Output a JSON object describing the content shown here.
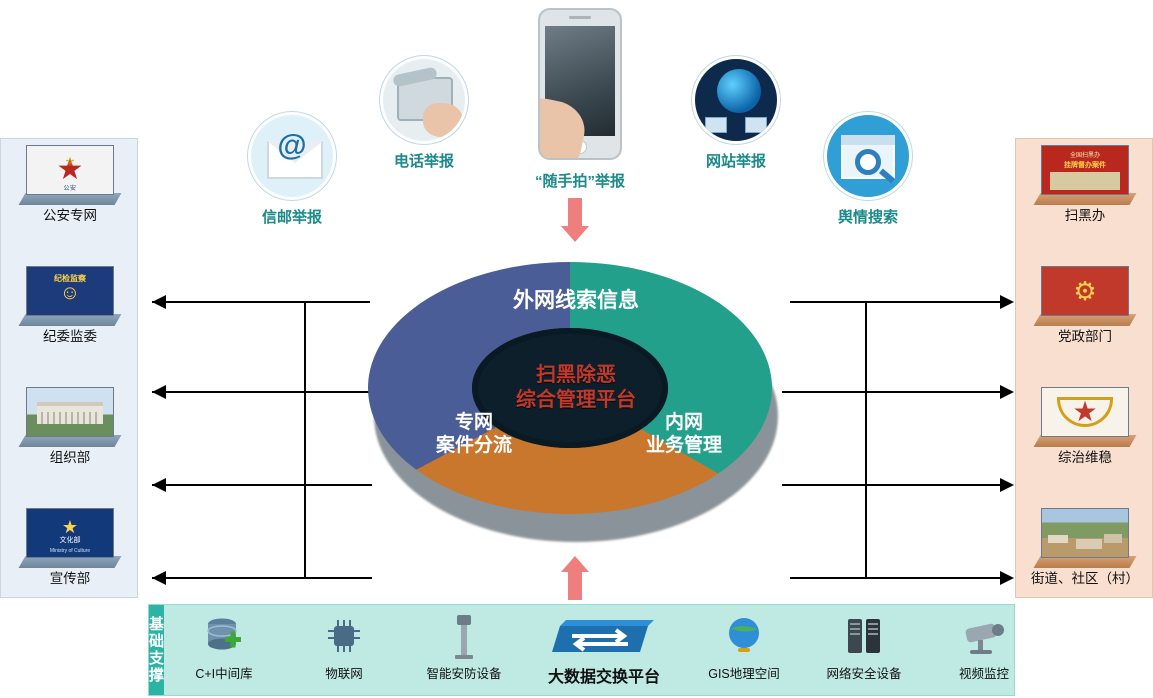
{
  "diagram": {
    "title_core_line1": "扫黑除恶",
    "title_core_line2": "综合管理平台",
    "donut": {
      "top_label": "外网线索信息",
      "left_label_line1": "专网",
      "left_label_line2": "案件分流",
      "right_label_line1": "内网",
      "right_label_line2": "业务管理",
      "colors": {
        "top": "#22a08c",
        "right": "#c8772c",
        "left": "#4a5d96"
      }
    }
  },
  "sources": [
    {
      "label": "信邮举报",
      "icon": "email-envelope-icon"
    },
    {
      "label": "电话举报",
      "icon": "telephone-icon"
    },
    {
      "label": "“随手拍”举报",
      "icon": "smartphone-camera-icon"
    },
    {
      "label": "网站举报",
      "icon": "globe-network-icon"
    },
    {
      "label": "舆情搜索",
      "icon": "search-magnifier-icon"
    }
  ],
  "left_panel": {
    "items": [
      {
        "label": "公安专网",
        "icon": "police-emblem-thumb"
      },
      {
        "label": "纪委监委",
        "icon": "discipline-inspection-thumb"
      },
      {
        "label": "组织部",
        "icon": "government-building-thumb"
      },
      {
        "label": "宣传部",
        "icon": "ministry-of-culture-thumb"
      }
    ]
  },
  "right_panel": {
    "items": [
      {
        "label": "扫黑办",
        "icon": "anti-crime-office-banner-thumb"
      },
      {
        "label": "党政部门",
        "icon": "party-emblem-thumb"
      },
      {
        "label": "综治维稳",
        "icon": "national-emblem-thumb"
      },
      {
        "label": "街道、社区（村）",
        "icon": "aerial-village-photo-thumb"
      }
    ]
  },
  "support": {
    "title_line1": "基础",
    "title_line2": "支撑",
    "items": [
      {
        "label": "C+I中间库",
        "icon": "database-icon",
        "emphasis": false
      },
      {
        "label": "物联网",
        "icon": "iot-chip-icon",
        "emphasis": false
      },
      {
        "label": "智能安防设备",
        "icon": "security-pole-camera-icon",
        "emphasis": false
      },
      {
        "label": "大数据交换平台",
        "icon": "data-exchange-switch-icon",
        "emphasis": true
      },
      {
        "label": "GIS地理空间",
        "icon": "gis-globe-icon",
        "emphasis": false
      },
      {
        "label": "网络安全设备",
        "icon": "network-security-rack-icon",
        "emphasis": false
      },
      {
        "label": "视频监控",
        "icon": "cctv-camera-icon",
        "emphasis": false
      }
    ]
  },
  "thumb_text": {
    "police": "公安",
    "discipline": "纪检监察",
    "culture": "文化部",
    "culture_en": "Ministry of Culture",
    "anti_crime_line1": "全国扫黑办",
    "anti_crime_line2": "挂牌督办案件"
  },
  "colors": {
    "arrow_red": "#ef7f7f",
    "teal_label": "#1d8a8a",
    "support_bg": "#bfeae4",
    "support_tab": "#2bb3a3",
    "left_panel_bg": "#e8eff7",
    "right_panel_bg": "#f9dfd0"
  }
}
